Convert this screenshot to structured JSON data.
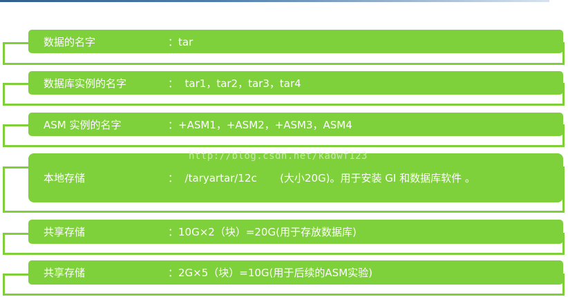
{
  "rows": [
    {
      "label": "数据的名字",
      "value": "：tar"
    },
    {
      "label": "数据库实例的名字",
      "value": "：  tar1，tar2，tar3，tar4"
    },
    {
      "label": "ASM 实例的名字",
      "value": "：+ASM1，+ASM2，+ASM3，ASM4"
    },
    {
      "label": "本地存储",
      "value": "：  /taryartar/12c       (大小20G)。用于安装 GI 和数据库软件 。"
    },
    {
      "label": "共享存储",
      "value": "：10G×2（块）=20G(用于存放数据库)"
    },
    {
      "label": "共享存储",
      "value": "：2G×5（块）=10G(用于后续的ASM实验)"
    }
  ],
  "watermark": "http://blog.csdn.net/kadwf123",
  "colors": {
    "bar": "#7fd13b",
    "frame": "#7ecf3a",
    "text": "#ffffff",
    "top_rule": "#2f5f8e"
  }
}
